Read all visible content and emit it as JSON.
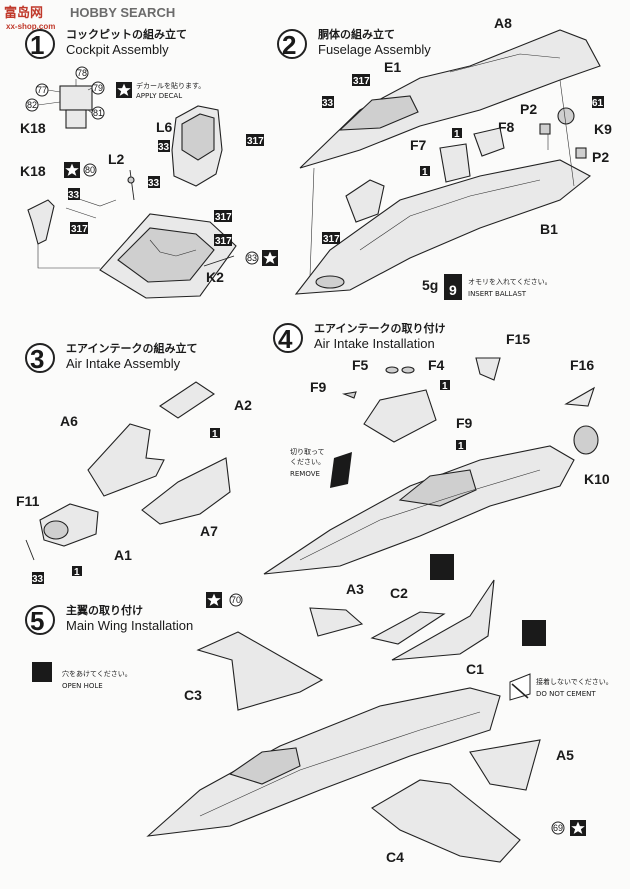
{
  "watermark": {
    "logo": "富岛网",
    "brand": "HOBBY SEARCH",
    "url": "xx-shop.com"
  },
  "steps": [
    {
      "num": "1",
      "jp": "コックピットの組み立て",
      "en": "Cockpit Assembly"
    },
    {
      "num": "2",
      "jp": "胴体の組み立て",
      "en": "Fuselage Assembly"
    },
    {
      "num": "3",
      "jp": "エアインテークの組み立て",
      "en": "Air Intake Assembly"
    },
    {
      "num": "4",
      "jp": "エアインテークの取り付け",
      "en": "Air Intake Installation"
    },
    {
      "num": "5",
      "jp": "主翼の取り付け",
      "en": "Main Wing Installation"
    }
  ],
  "notes": {
    "apply_decal_jp": "デカールを貼ります。",
    "apply_decal_en": "APPLY DECAL",
    "ballast_weight": "5g",
    "ballast_part": "9",
    "ballast_jp": "オモリを入れてください。",
    "ballast_en": "INSERT BALLAST",
    "remove_jp1": "切り取って",
    "remove_jp2": "ください。",
    "remove_en": "REMOVE",
    "open_hole_jp": "穴をあけてください。",
    "open_hole_en": "OPEN HOLE",
    "no_cement_jp": "接着しないでください。",
    "no_cement_en": "DO NOT CEMENT"
  },
  "labels": {
    "K18a": "K18",
    "K18b": "K18",
    "L2": "L2",
    "L6": "L6",
    "K2": "K2",
    "E1": "E1",
    "A8": "A8",
    "P2a": "P2",
    "P2b": "P2",
    "F8": "F8",
    "K9": "K9",
    "F7": "F7",
    "B1": "B1",
    "A2": "A2",
    "A6": "A6",
    "A7": "A7",
    "A1": "A1",
    "F11": "F11",
    "F15": "F15",
    "F5": "F5",
    "F4": "F4",
    "F9a": "F9",
    "F9b": "F9",
    "F16": "F16",
    "K10": "K10",
    "A3": "A3",
    "C2": "C2",
    "C1": "C1",
    "C3": "C3",
    "A5": "A5",
    "C4": "C4"
  },
  "decal_numbers": [
    "77",
    "78",
    "79",
    "82",
    "81",
    "80",
    "83",
    "70",
    "69"
  ],
  "color_codes": [
    "317",
    "33",
    "1",
    "61"
  ]
}
